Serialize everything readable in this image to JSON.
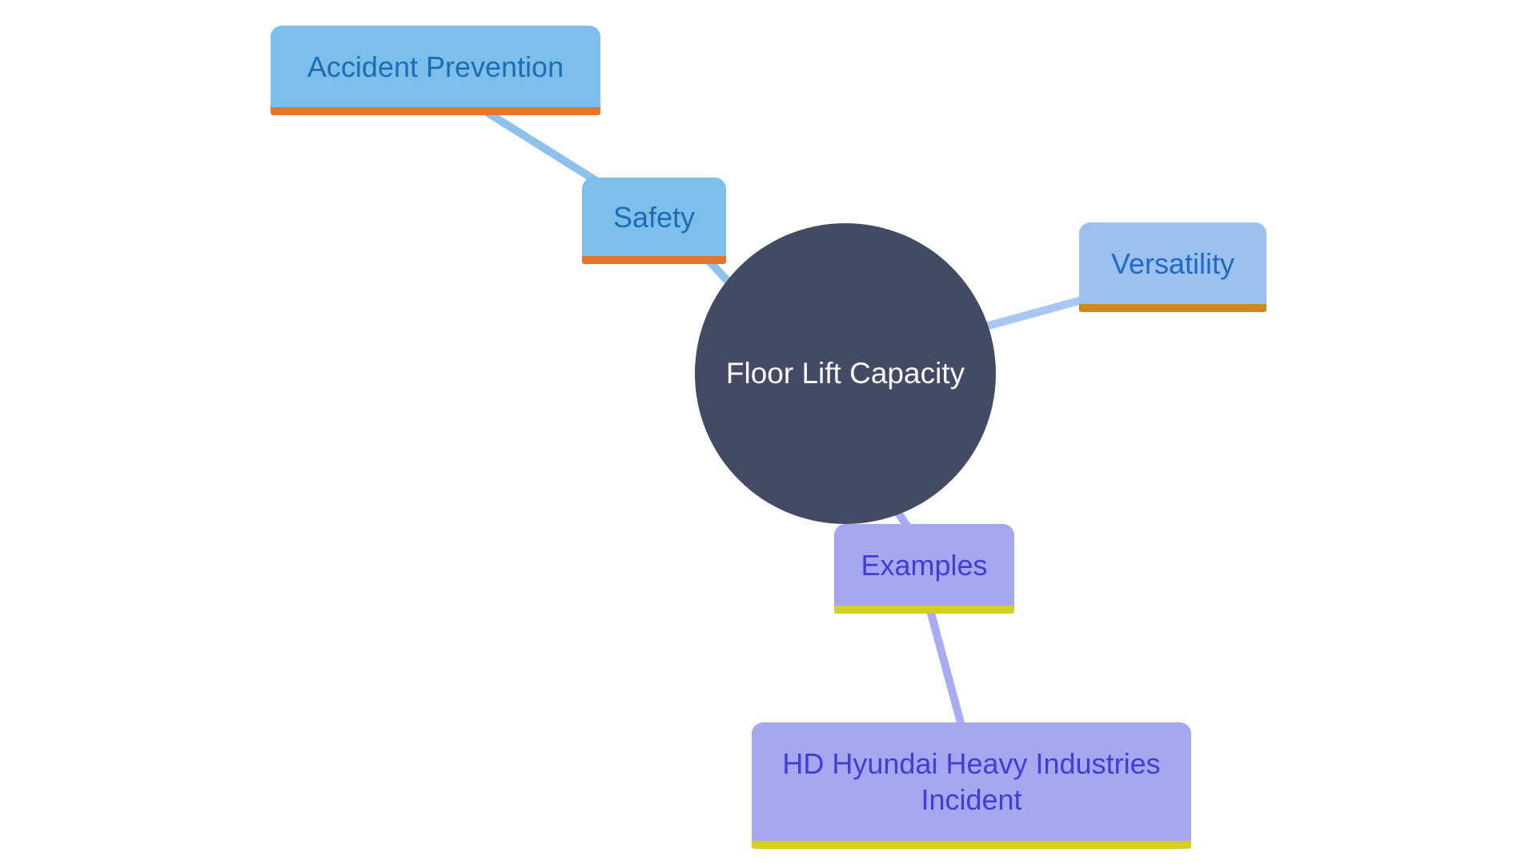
{
  "diagram_type": "mindmap",
  "nodes": {
    "root": {
      "label": "Floor Lift Capacity",
      "shape": "circle"
    },
    "safety": {
      "label": "Safety",
      "shape": "rounded-box"
    },
    "accident_prevention": {
      "label": "Accident Prevention",
      "shape": "rounded-box"
    },
    "versatility": {
      "label": "Versatility",
      "shape": "rounded-box"
    },
    "examples": {
      "label": "Examples",
      "shape": "rounded-box"
    },
    "hyundai_incident": {
      "label": "HD Hyundai Heavy Industries Incident",
      "shape": "rounded-box"
    }
  },
  "edges": [
    {
      "from": "accident_prevention",
      "to": "safety"
    },
    {
      "from": "safety",
      "to": "root"
    },
    {
      "from": "root",
      "to": "versatility"
    },
    {
      "from": "root",
      "to": "examples"
    },
    {
      "from": "examples",
      "to": "hyundai_incident"
    }
  ],
  "colors": {
    "background": "#ffffff",
    "root_fill": "#434a63",
    "root_text": "#fafafb",
    "branch_safety_fill": "#7dbfeb",
    "branch_safety_underline": "#e4752c",
    "branch_safety_text": "#1b6db5",
    "branch_versatility_fill": "#9bc2ef",
    "branch_versatility_underline": "#ce861f",
    "branch_versatility_text": "#2268c4",
    "branch_examples_fill": "#a5a8f0",
    "branch_examples_underline": "#d5ce27",
    "branch_examples_text": "#403ed3",
    "connector_blue": "#8ec1ed",
    "connector_light_blue": "#a9c7f2",
    "connector_purple": "#a9abf3"
  }
}
